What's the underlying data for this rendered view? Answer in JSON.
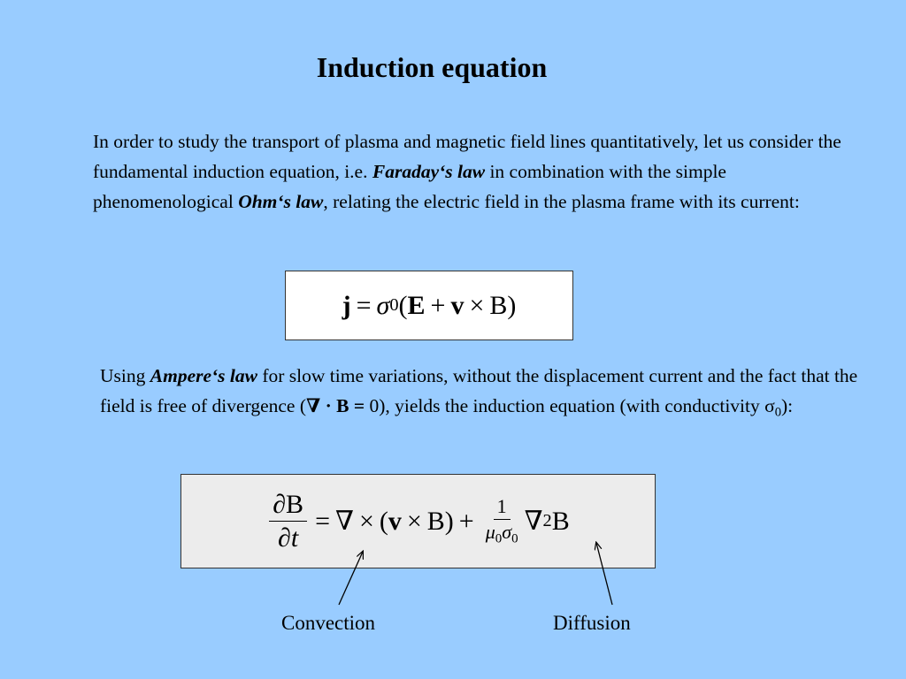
{
  "title": "Induction equation",
  "paragraph1": {
    "text_a": "In order to study the transport of plasma and magnetic field lines quantitatively, let us consider the fundamental induction equation, i.e. ",
    "faraday": "Faraday‘s law",
    "text_b": " in combination with the simple phenomenological ",
    "ohm": "Ohm‘s law",
    "text_c": ", relating the electric field in the plasma frame with its current:"
  },
  "equation1": {
    "lhs": "j",
    "eq": "=",
    "sigma": "σ",
    "sub0": "0",
    "open": "(",
    "E": "E",
    "plus": "+",
    "v": "v",
    "times": "×",
    "B": "B",
    "close": ")"
  },
  "paragraph2": {
    "text_a": "Using ",
    "ampere": "Ampere‘s law",
    "text_b": " for slow time variations, without the displacement current and the fact that the field is free of divergence (",
    "div_expr": "∇ · B =",
    "text_c": " 0), yields the induction equation (with conductivity σ",
    "sub0": "0",
    "text_d": "):"
  },
  "equation2": {
    "num": "∂B",
    "den": "∂t",
    "eq": "=",
    "nabla": "∇",
    "times1": "×",
    "open": "(",
    "v": "v",
    "times2": "×",
    "B": "B",
    "close": ")",
    "plus": "+",
    "frac_num": "1",
    "mu": "μ",
    "mu_sub": "0",
    "sigma": "σ",
    "sigma_sub": "0",
    "nabla2": "∇",
    "sup2": "2",
    "B2": "B"
  },
  "labels": {
    "convection": "Convection",
    "diffusion": "Diffusion"
  },
  "colors": {
    "background": "#99ccff",
    "equation1_box": "#ffffff",
    "equation2_box": "#ececec"
  }
}
